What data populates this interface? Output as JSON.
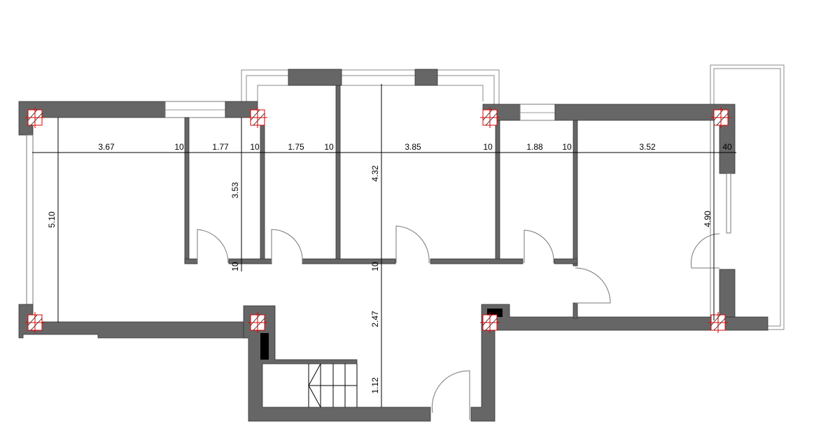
{
  "plan": {
    "horizontal_dimensions": [
      "3.67",
      "10",
      "1.77",
      "10",
      "1.75",
      "10",
      "3.85",
      "10",
      "1.88",
      "10",
      "3.52",
      "40"
    ],
    "vertical_dimensions": {
      "left_room_height": "5.10",
      "room2_height": "3.53",
      "room2_wall": "10",
      "central_room_height": "4.32",
      "central_wall": "10",
      "hall_depth": "2.47",
      "entry_depth": "1.12",
      "right_room_height": "4.90"
    },
    "colors": {
      "wall": "#666666",
      "column_marker": "#dd0000"
    }
  }
}
